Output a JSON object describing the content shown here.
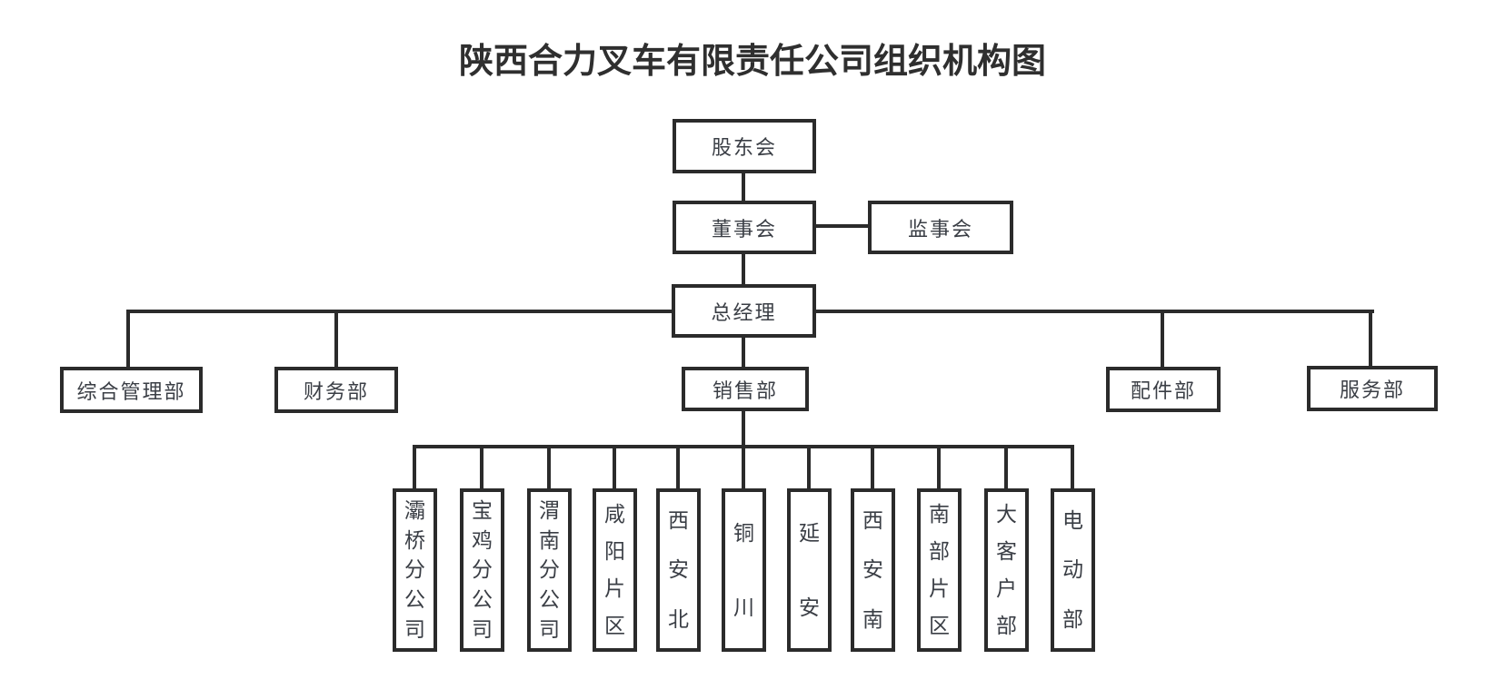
{
  "title": "陕西合力叉车有限责任公司组织机构图",
  "org": {
    "shareholders": "股东会",
    "board": "董事会",
    "supervisors": "监事会",
    "general_manager": "总经理",
    "departments": [
      {
        "label": "综合管理部"
      },
      {
        "label": "财务部"
      },
      {
        "label": "销售部"
      },
      {
        "label": "配件部"
      },
      {
        "label": "服务部"
      }
    ],
    "sales_branches": [
      {
        "label": "灞桥分公司"
      },
      {
        "label": "宝鸡分公司"
      },
      {
        "label": "渭南分公司"
      },
      {
        "label": "咸阳片区"
      },
      {
        "label": "西安北"
      },
      {
        "label": "铜川"
      },
      {
        "label": "延安"
      },
      {
        "label": "西安南"
      },
      {
        "label": "南部片区"
      },
      {
        "label": "大客户部"
      },
      {
        "label": "电动部"
      }
    ]
  },
  "colors": {
    "line": "#2b2b2b",
    "box_text": "#3a3e45",
    "title_text": "#2f2f2f",
    "background": "#ffffff"
  }
}
